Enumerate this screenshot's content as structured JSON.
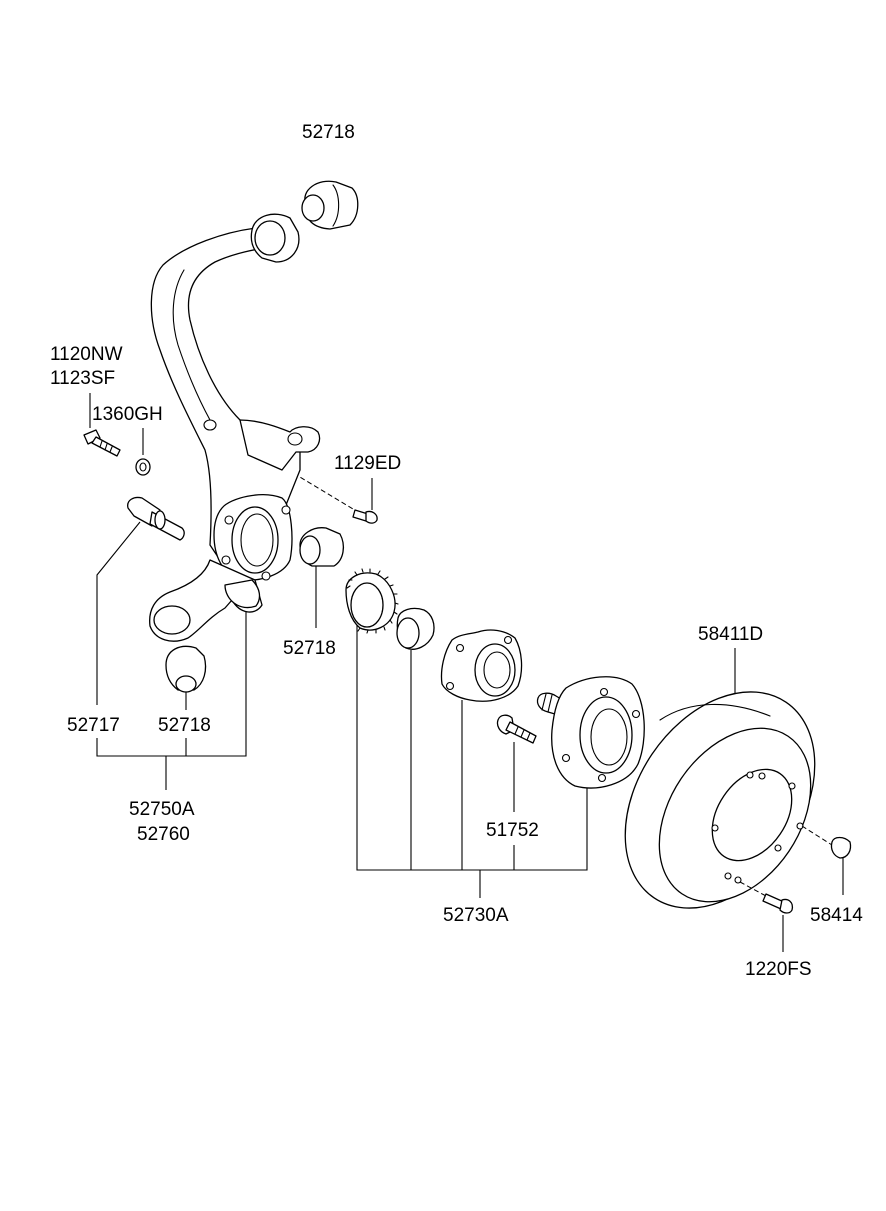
{
  "labels": {
    "p52718_top": "52718",
    "p1120NW": "1120NW",
    "p1123SF": "1123SF",
    "p1360GH": "1360GH",
    "p1129ED": "1129ED",
    "p52718_mid": "52718",
    "p58411D": "58411D",
    "p52717": "52717",
    "p52718_low": "52718",
    "p52750A": "52750A",
    "p52760": "52760",
    "p51752": "51752",
    "p52730A": "52730A",
    "p58414": "58414",
    "p1220FS": "1220FS"
  },
  "colors": {
    "ink": "#000000",
    "paper": "#ffffff"
  }
}
